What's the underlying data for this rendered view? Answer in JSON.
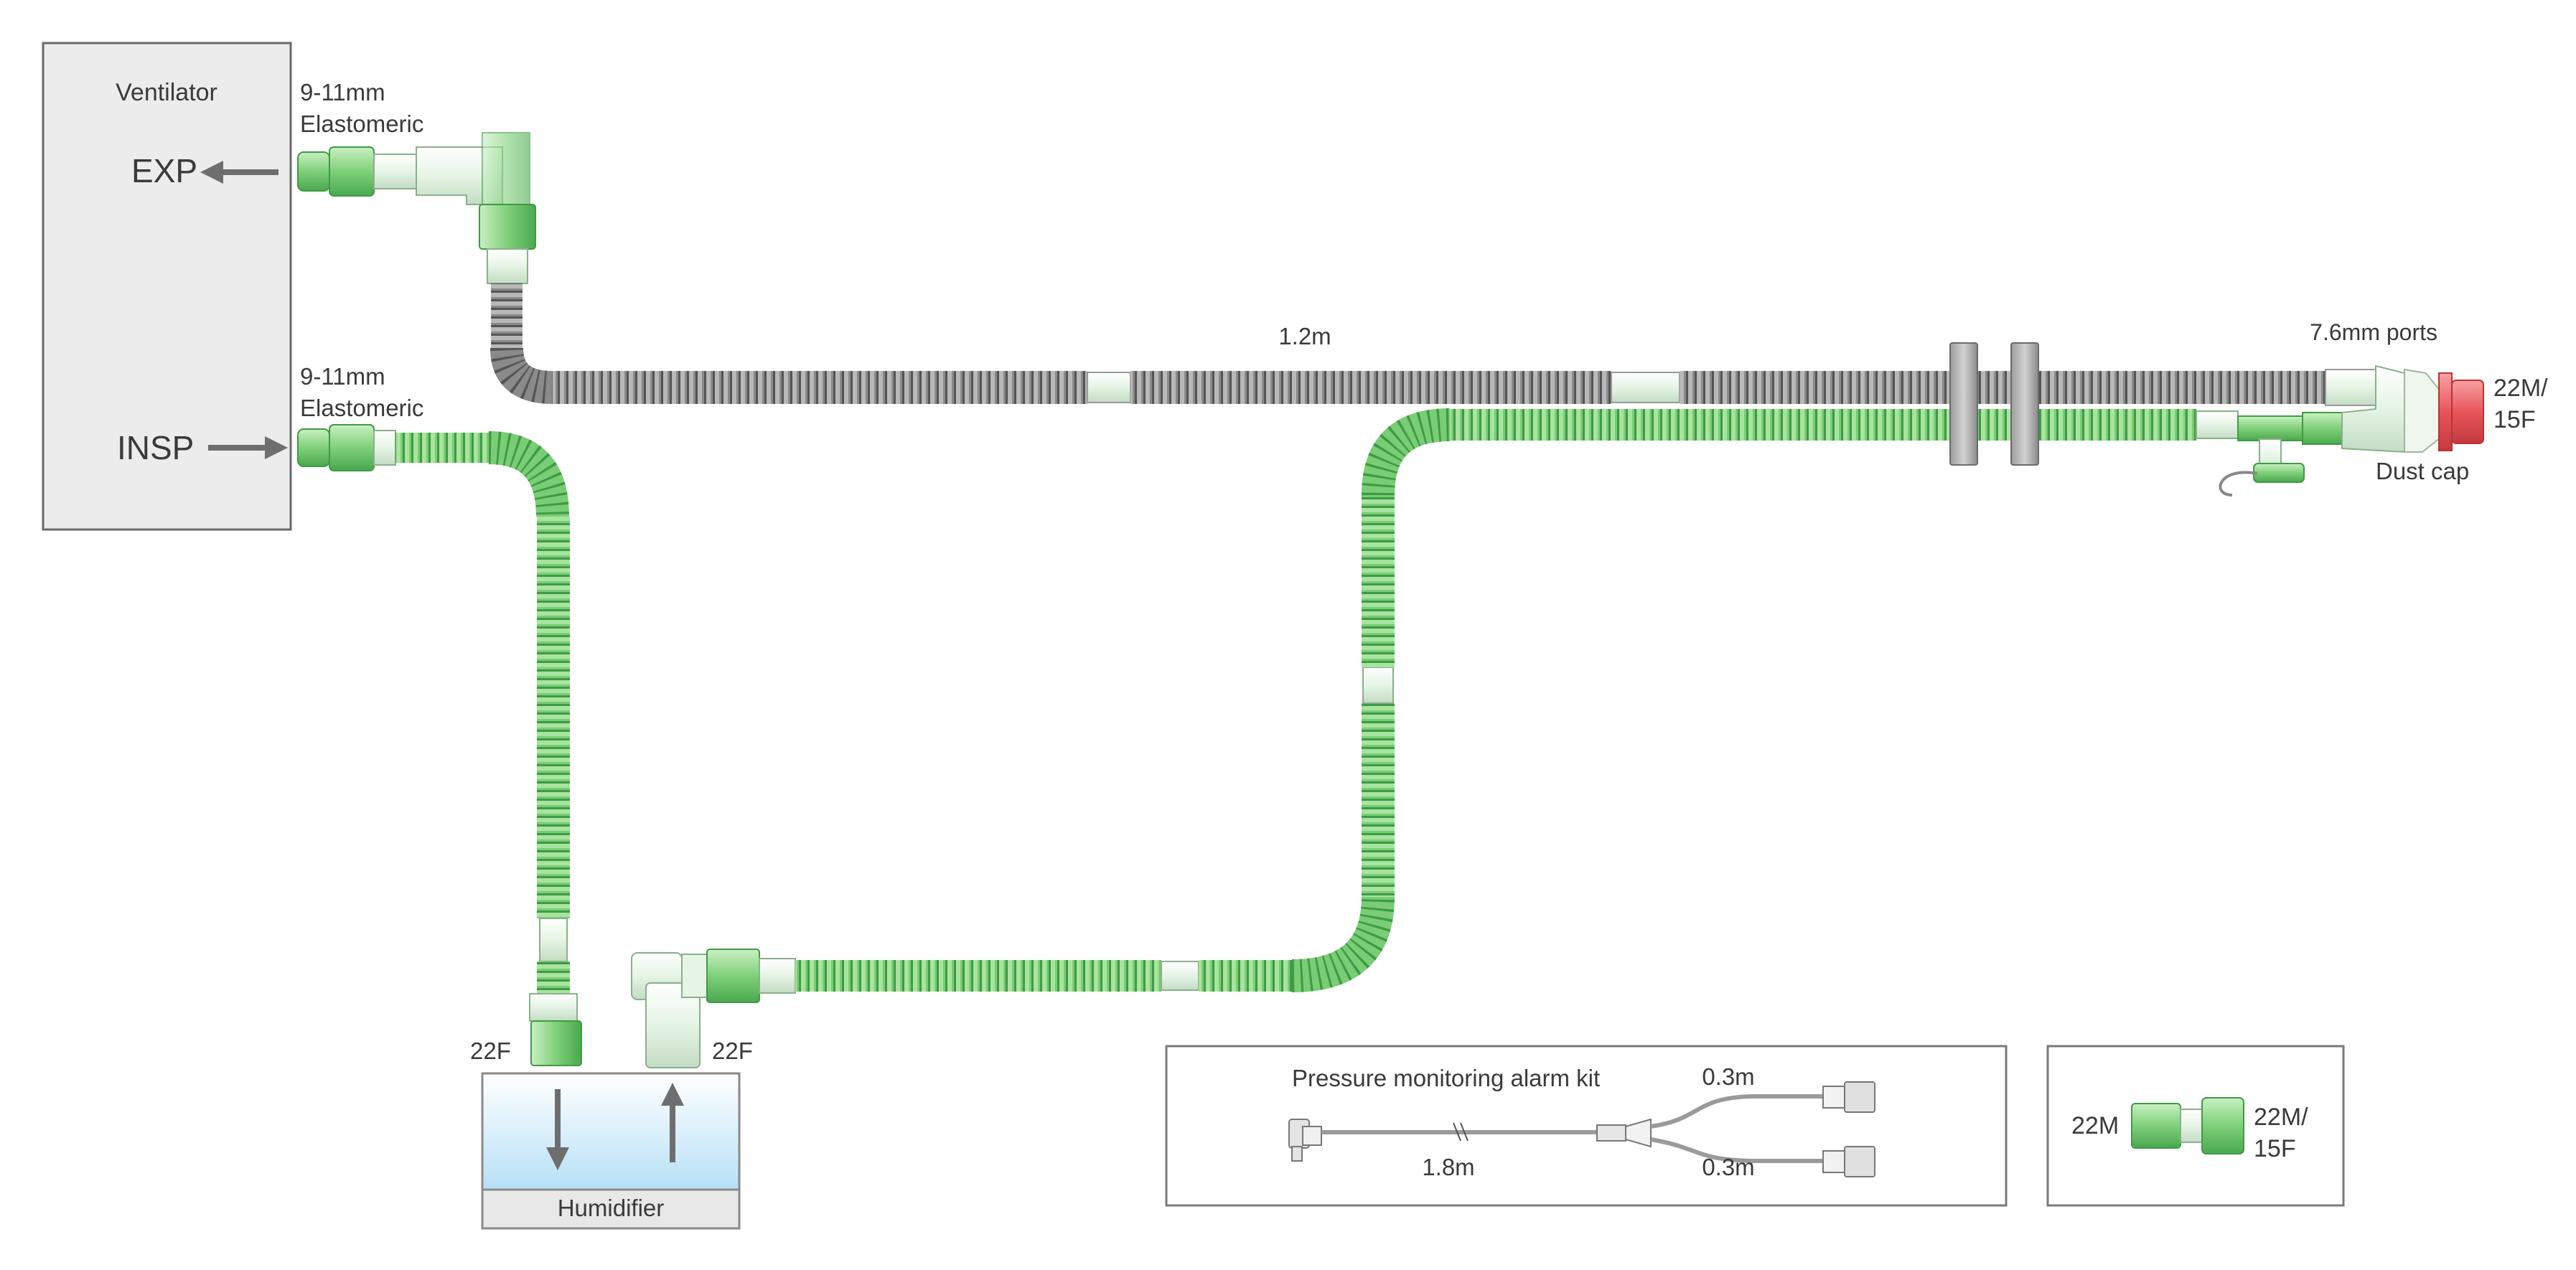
{
  "ventilator": {
    "title": "Ventilator",
    "exp_label": "EXP",
    "insp_label": "INSP"
  },
  "connectors": {
    "exp_port": [
      "9-11mm",
      "Elastomeric"
    ],
    "insp_port": [
      "9-11mm",
      "Elastomeric"
    ],
    "humidifier_out": "22F",
    "humidifier_in": "22F"
  },
  "humidifier": {
    "label": "Humidifier"
  },
  "tubes": {
    "expiratory_length": "1.2m"
  },
  "patient_end": {
    "ports_label": "7.6mm ports",
    "connector_label": [
      "22M/",
      "15F"
    ],
    "dust_cap_label": "Dust cap"
  },
  "alarm_kit": {
    "title": "Pressure monitoring alarm kit",
    "main_line": "1.8m",
    "branch_top": "0.3m",
    "branch_bottom": "0.3m"
  },
  "adapter": {
    "left_label": "22M",
    "right_label": [
      "22M/",
      "15F"
    ]
  },
  "colors": {
    "tube_green": "#6cc46c",
    "tube_green_dark": "#3f9a45",
    "tube_grey": "#8c8c8c",
    "tube_grey_dark": "#5e5e5e",
    "dust_cap_red": "#e8555a",
    "panel_grey": "#ededed",
    "water_blue": "#aadcf6"
  }
}
